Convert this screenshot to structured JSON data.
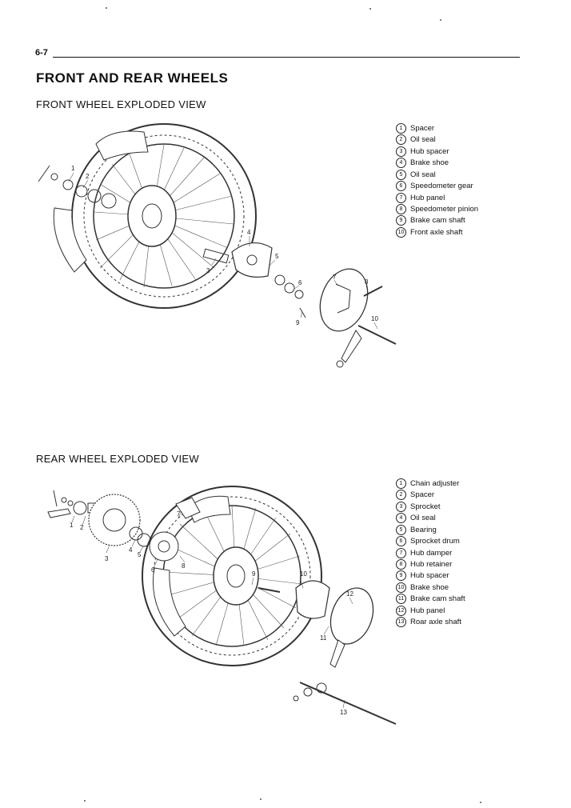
{
  "header": {
    "page_number": "6-7"
  },
  "title": "FRONT AND REAR WHEELS",
  "front": {
    "heading": "FRONT WHEEL EXPLODED VIEW",
    "parts": [
      {
        "n": "1",
        "label": "Spacer"
      },
      {
        "n": "2",
        "label": "Oil seal"
      },
      {
        "n": "3",
        "label": "Hub spacer"
      },
      {
        "n": "4",
        "label": "Brake shoe"
      },
      {
        "n": "5",
        "label": "Oil seal"
      },
      {
        "n": "6",
        "label": "Speedometer gear"
      },
      {
        "n": "7",
        "label": "Hub panel"
      },
      {
        "n": "8",
        "label": "Speedometer pinion"
      },
      {
        "n": "9",
        "label": "Brake cam shaft"
      },
      {
        "n": "10",
        "label": "Front axle shaft"
      }
    ],
    "callouts": [
      "1",
      "2",
      "3",
      "4",
      "5",
      "6",
      "7",
      "8",
      "9",
      "10"
    ]
  },
  "rear": {
    "heading": "REAR WHEEL EXPLODED VIEW",
    "parts": [
      {
        "n": "1",
        "label": "Chain adjuster"
      },
      {
        "n": "2",
        "label": "Spacer"
      },
      {
        "n": "3",
        "label": "Sprocket"
      },
      {
        "n": "4",
        "label": "Oil seal"
      },
      {
        "n": "5",
        "label": "Bearing"
      },
      {
        "n": "6",
        "label": "Sprocket drum"
      },
      {
        "n": "7",
        "label": "Hub damper"
      },
      {
        "n": "8",
        "label": "Hub retainer"
      },
      {
        "n": "9",
        "label": "Hub spacer"
      },
      {
        "n": "10",
        "label": "Brake shoe"
      },
      {
        "n": "11",
        "label": "Brake cam shaft"
      },
      {
        "n": "12",
        "label": "Hub panel"
      },
      {
        "n": "13",
        "label": "Roar axle shaft"
      }
    ],
    "callouts": [
      "1",
      "2",
      "3",
      "4",
      "5",
      "6",
      "7",
      "8",
      "9",
      "10",
      "11",
      "12",
      "13"
    ]
  }
}
